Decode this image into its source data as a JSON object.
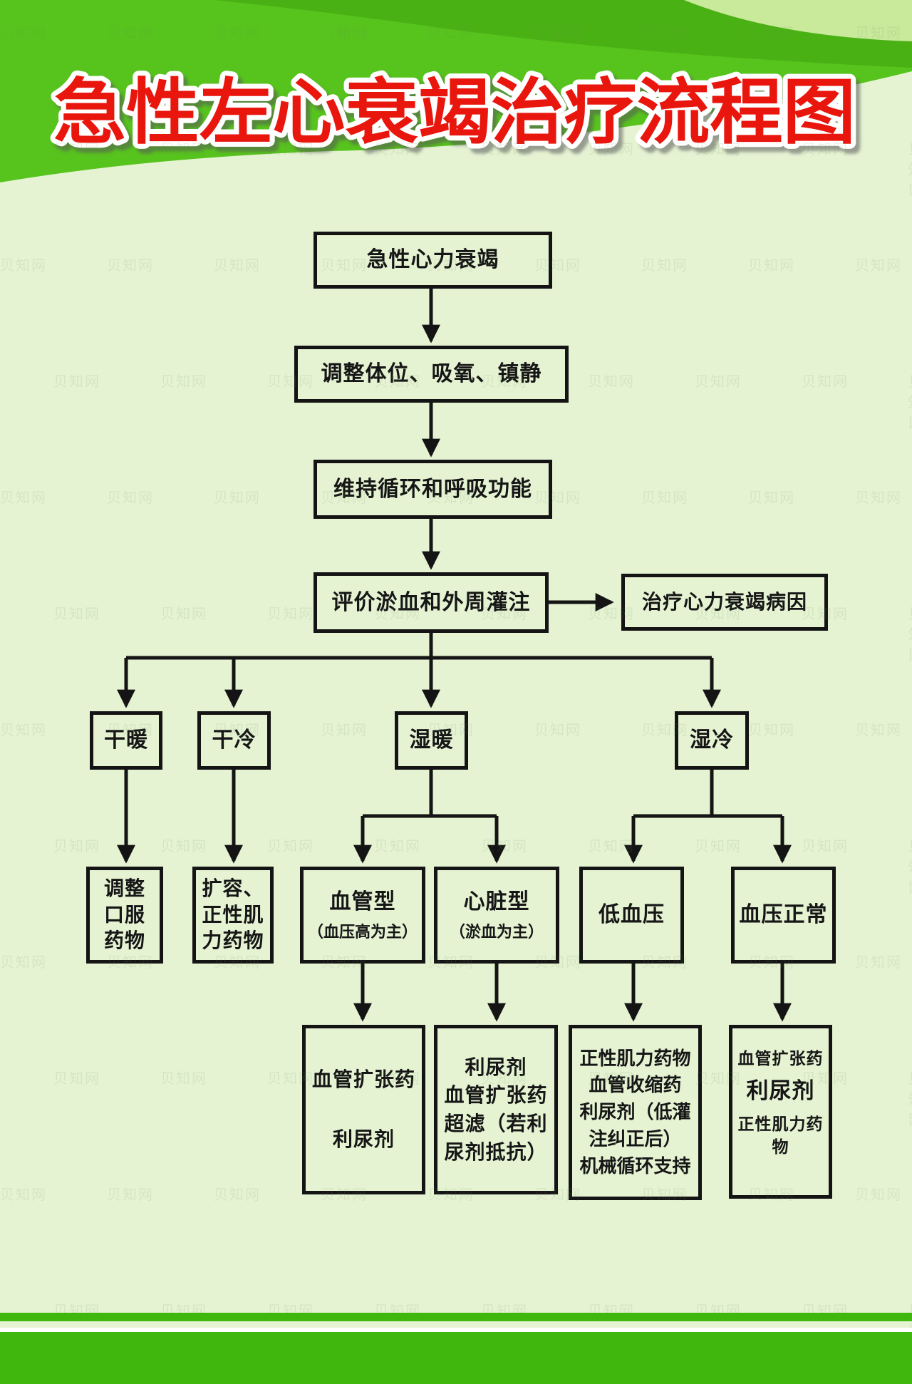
{
  "title": "急性左心衰竭治疗流程图",
  "watermark_text": "贝知网",
  "colors": {
    "header_green": "#57c31d",
    "header_dark_green": "#4ab114",
    "header_light_corner": "#c9e99b",
    "body_pale_green": "#e5f3d3",
    "footer_green": "#3fb70d",
    "title_red": "#e9150b",
    "line_black": "#141414"
  },
  "flow": {
    "n1": "急性心力衰竭",
    "n2": "调整体位、吸氧、镇静",
    "n3": "维持循环和呼吸功能",
    "n4": "评价淤血和外周灌注",
    "cause": "治疗心力衰竭病因",
    "dry_warm": "干暖",
    "dry_cold": "干冷",
    "wet_warm": "湿暖",
    "wet_cold": "湿冷",
    "adjust_oral": [
      "调整",
      "口服",
      "药物"
    ],
    "volume_expand": [
      "扩容、",
      "正性肌",
      "力药物"
    ],
    "vascular_type": [
      "血管型",
      "（血压高为主）"
    ],
    "cardiac_type": [
      "心脏型",
      "（淤血为主）"
    ],
    "low_bp": "低血压",
    "normal_bp": "血压正常",
    "vascular_rx": [
      "血管扩张药",
      "",
      "利尿剂"
    ],
    "cardiac_rx": [
      "利尿剂",
      "血管扩张药",
      "超滤（若利",
      "尿剂抵抗）"
    ],
    "low_bp_rx": [
      "正性肌力药物",
      "血管收缩药",
      "利尿剂（低灌",
      "注纠正后）",
      "机械循环支持"
    ],
    "normal_bp_rx": [
      "血管扩张药",
      "利尿剂",
      "正性肌力药物"
    ]
  }
}
